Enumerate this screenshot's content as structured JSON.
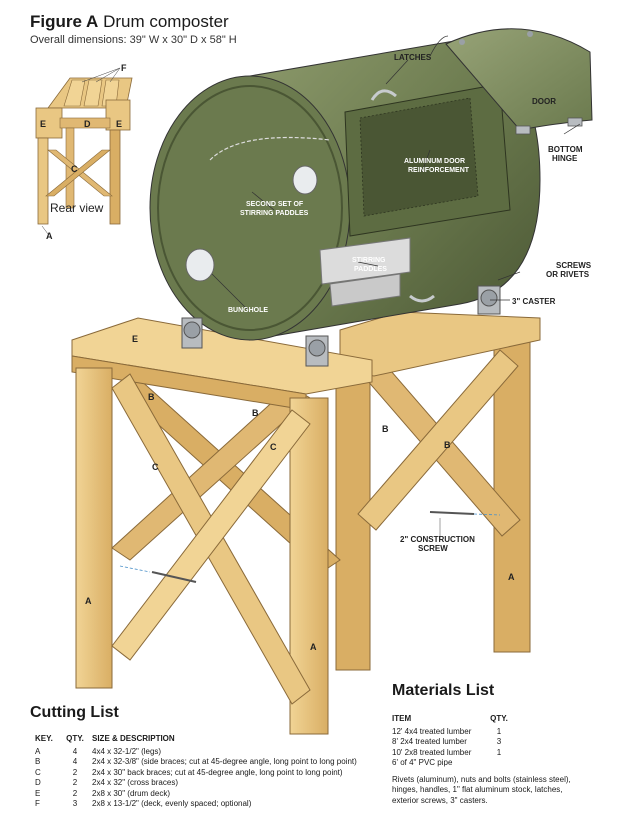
{
  "figure": {
    "label": "Figure A",
    "title": "Drum composter",
    "dimensions": "Overall dimensions: 39\" W x 30\" D x 58\" H"
  },
  "rear_view": {
    "caption": "Rear view",
    "keys": {
      "f": "F",
      "e_left": "E",
      "d": "D",
      "e_right": "E",
      "c": "C",
      "a": "A"
    }
  },
  "callouts": {
    "latches": "LATCHES",
    "door": "DOOR",
    "bottom_hinge_1": "BOTTOM",
    "bottom_hinge_2": "HINGE",
    "aluminum_door_1": "ALUMINUM DOOR",
    "aluminum_door_2": "REINFORCEMENT",
    "second_paddles_1": "SECOND SET OF",
    "second_paddles_2": "STIRRING PADDLES",
    "stirring_paddles_1": "STIRRING",
    "stirring_paddles_2": "PADDLES",
    "screws_1": "SCREWS",
    "screws_2": "OR RIVETS",
    "caster": "3\" CASTER",
    "bunghole": "BUNGHOLE",
    "construction_screw_1": "2\" CONSTRUCTION",
    "construction_screw_2": "SCREW"
  },
  "stand_keys": {
    "e": "E",
    "b1": "B",
    "b2": "B",
    "c1": "C",
    "c2": "C",
    "b3": "B",
    "b4": "B",
    "a1": "A",
    "a2": "A",
    "a3": "A"
  },
  "cutting_list": {
    "title": "Cutting List",
    "headers": {
      "key": "KEY.",
      "qty": "QTY.",
      "desc": "SIZE & DESCRIPTION"
    },
    "rows": [
      {
        "key": "A",
        "qty": "4",
        "desc": "4x4 x 32-1/2\" (legs)"
      },
      {
        "key": "B",
        "qty": "4",
        "desc": "2x4 x 32-3/8\" (side braces; cut at 45-degree angle, long point to long point)"
      },
      {
        "key": "C",
        "qty": "2",
        "desc": "2x4 x 30\" back braces; cut at 45-degree angle, long point to long point)"
      },
      {
        "key": "D",
        "qty": "2",
        "desc": "2x4 x 32\" (cross braces)"
      },
      {
        "key": "E",
        "qty": "2",
        "desc": "2x8 x 30\" (drum deck)"
      },
      {
        "key": "F",
        "qty": "3",
        "desc": "2x8 x 13-1/2\" (deck, evenly spaced; optional)"
      }
    ]
  },
  "materials_list": {
    "title": "Materials List",
    "headers": {
      "item": "ITEM",
      "qty": "QTY."
    },
    "rows": [
      {
        "item": "12' 4x4 treated lumber",
        "qty": "1"
      },
      {
        "item": "8' 2x4 treated lumber",
        "qty": "3"
      },
      {
        "item": "10' 2x8 treated lumber",
        "qty": "1"
      },
      {
        "item": "6' of 4\" PVC pipe",
        "qty": ""
      }
    ],
    "note": "Rivets (aluminum), nuts and bolts (stainless steel), hinges, handles, 1\" flat aluminum stock, latches, exterior screws, 3\" casters."
  },
  "colors": {
    "wood": "#e9c783",
    "wood_dark": "#c99a4e",
    "wood_edge": "#8a6a3a",
    "drum": "#6b7a4e",
    "drum_dark": "#4a5634",
    "drum_light": "#8d9a6c",
    "metal": "#b8bcc0"
  }
}
